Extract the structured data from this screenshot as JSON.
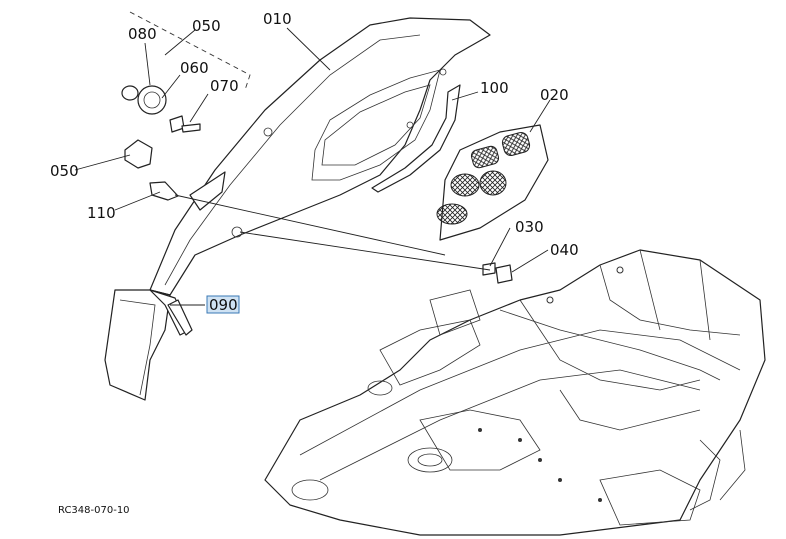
{
  "diagram": {
    "drawing_code": "RC348-070-10",
    "callouts": [
      {
        "id": "c010",
        "label": "010"
      },
      {
        "id": "c020",
        "label": "020"
      },
      {
        "id": "c030",
        "label": "030"
      },
      {
        "id": "c040",
        "label": "040"
      },
      {
        "id": "c050a",
        "label": "050"
      },
      {
        "id": "c050b",
        "label": "050"
      },
      {
        "id": "c060",
        "label": "060"
      },
      {
        "id": "c070",
        "label": "070"
      },
      {
        "id": "c080",
        "label": "080"
      },
      {
        "id": "c090",
        "label": "090",
        "highlighted": true
      },
      {
        "id": "c100",
        "label": "100"
      },
      {
        "id": "c110",
        "label": "110"
      }
    ],
    "highlight_color": "#cfe2f3"
  }
}
